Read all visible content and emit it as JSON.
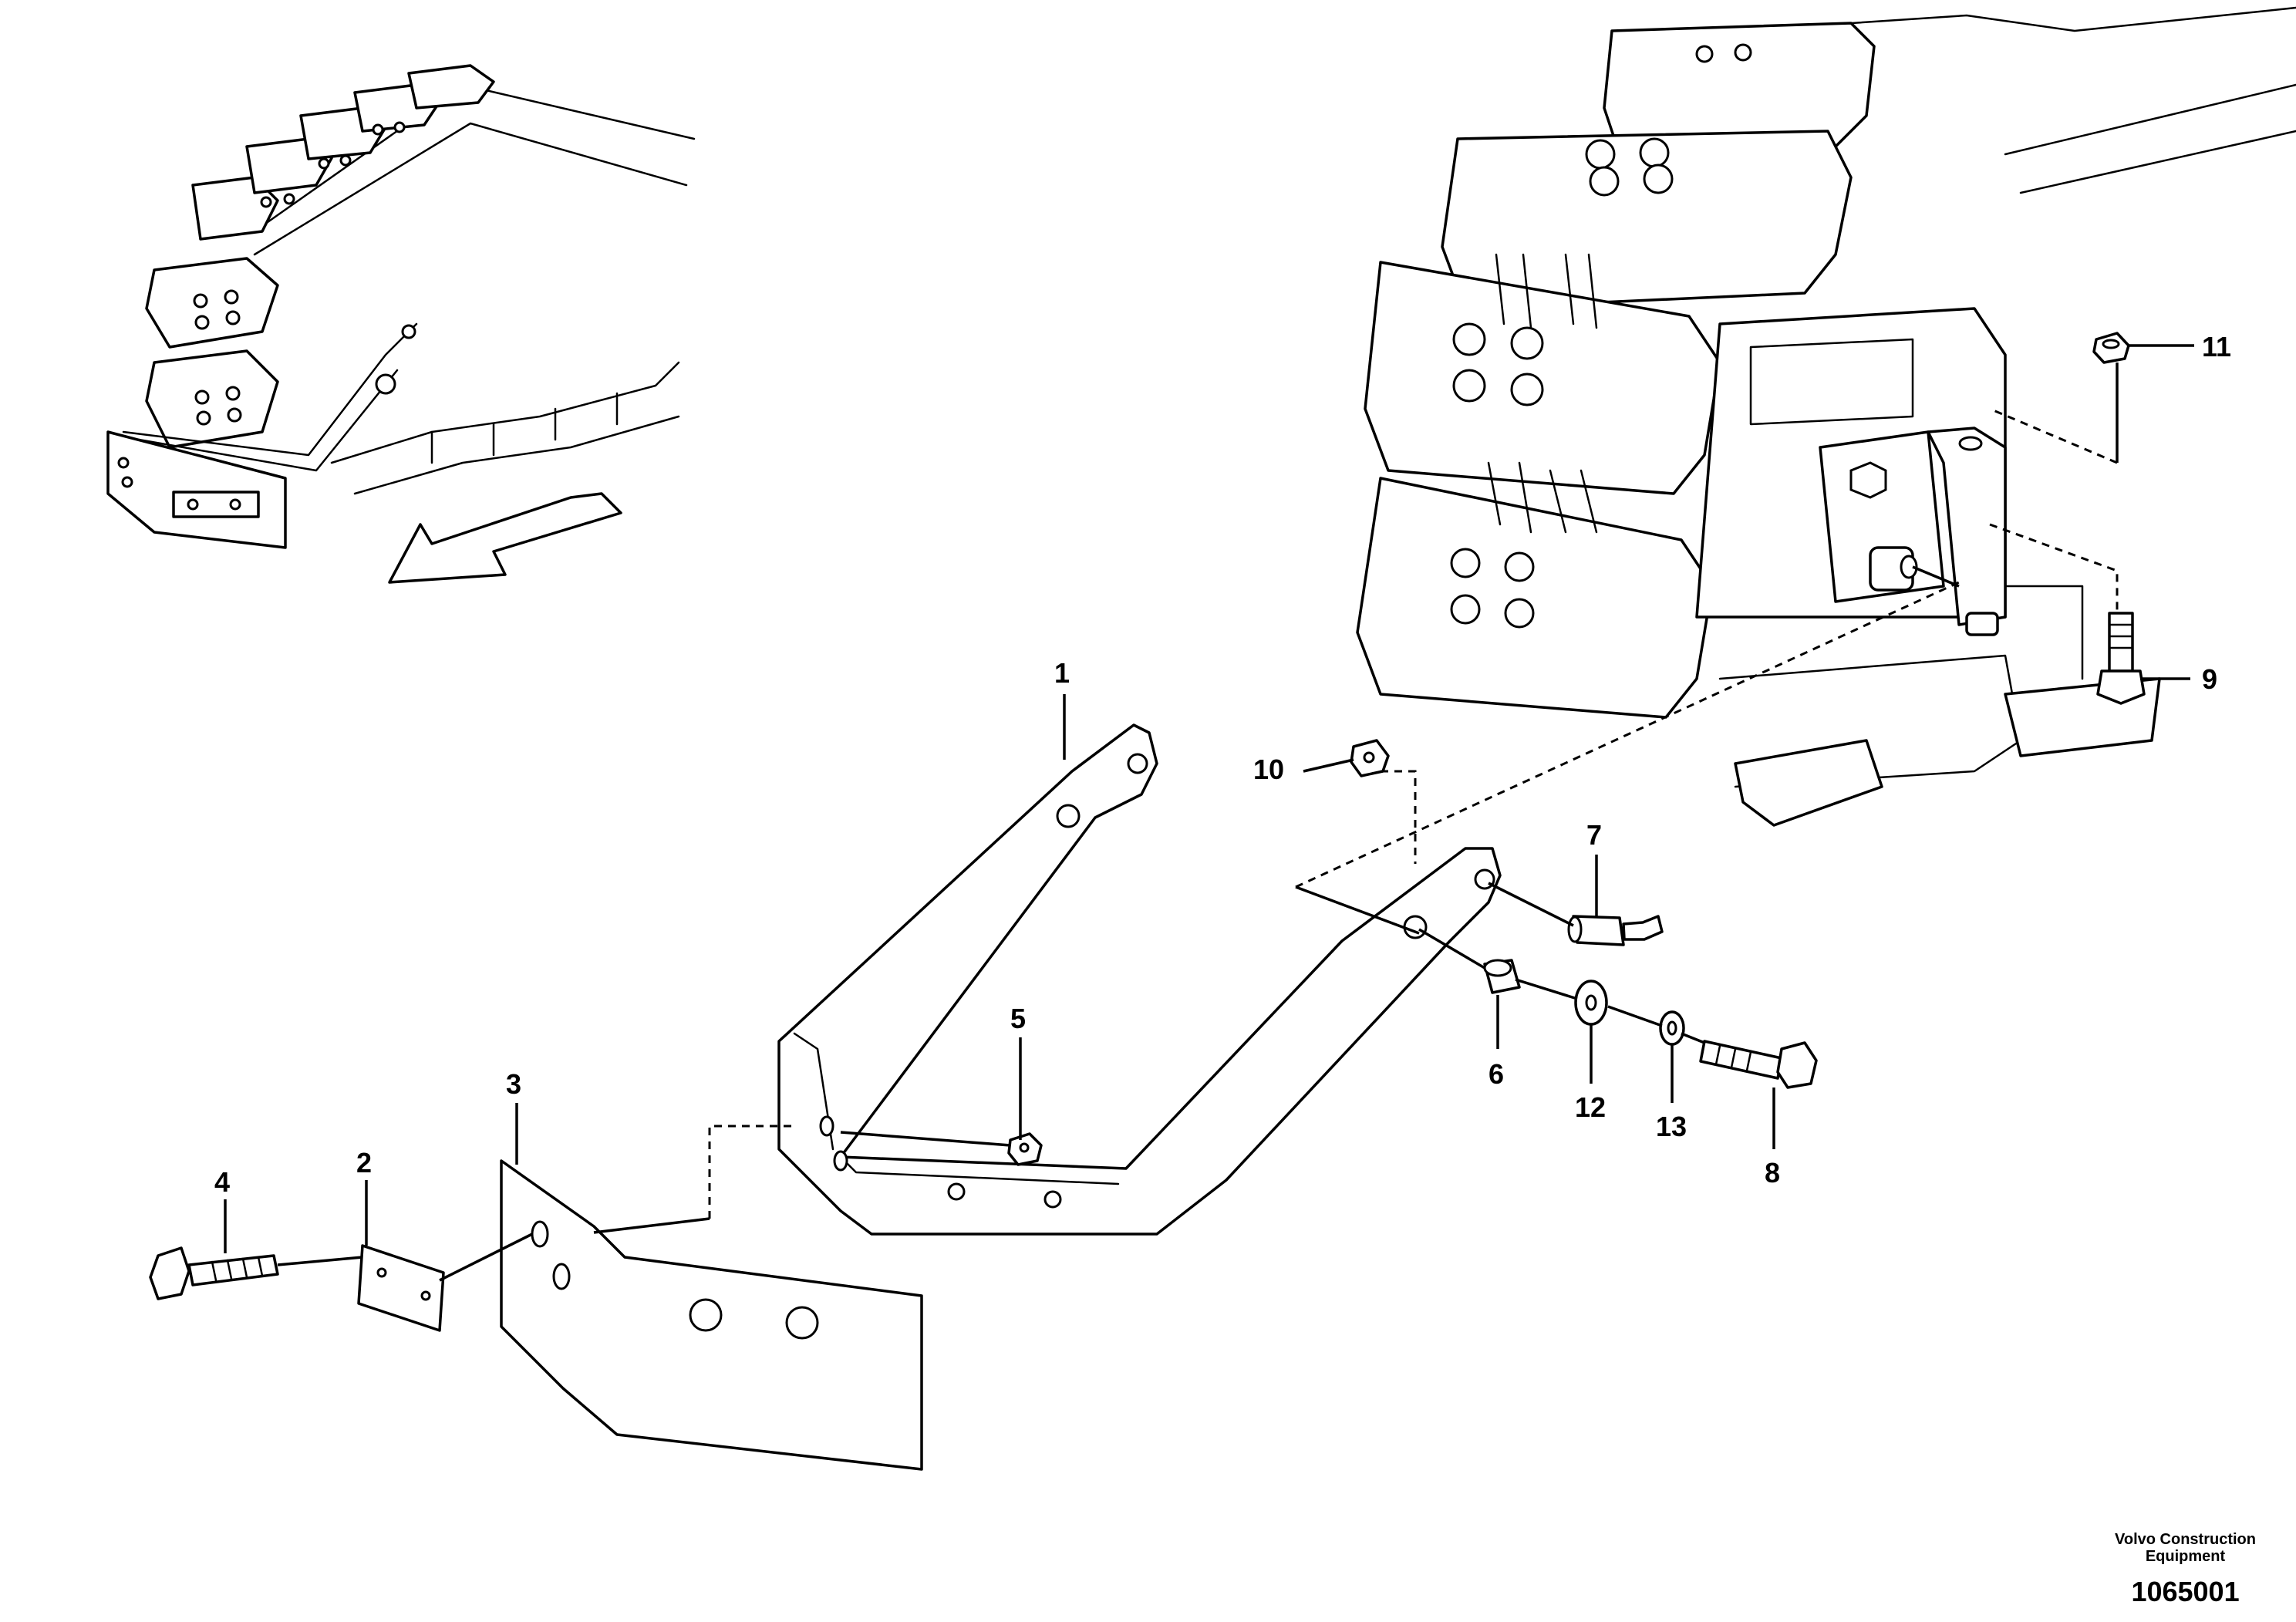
{
  "diagram": {
    "callouts": [
      {
        "id": "1",
        "label": "1"
      },
      {
        "id": "2",
        "label": "2"
      },
      {
        "id": "3",
        "label": "3"
      },
      {
        "id": "4",
        "label": "4"
      },
      {
        "id": "5",
        "label": "5"
      },
      {
        "id": "6",
        "label": "6"
      },
      {
        "id": "7",
        "label": "7"
      },
      {
        "id": "8",
        "label": "8"
      },
      {
        "id": "9",
        "label": "9"
      },
      {
        "id": "10",
        "label": "10"
      },
      {
        "id": "11",
        "label": "11"
      },
      {
        "id": "12",
        "label": "12"
      },
      {
        "id": "13",
        "label": "13"
      }
    ],
    "direction_arrow": "travel-direction-arrow"
  },
  "footer": {
    "manufacturer_line1": "Volvo Construction",
    "manufacturer_line2": "Equipment",
    "document_number": "1065001"
  }
}
